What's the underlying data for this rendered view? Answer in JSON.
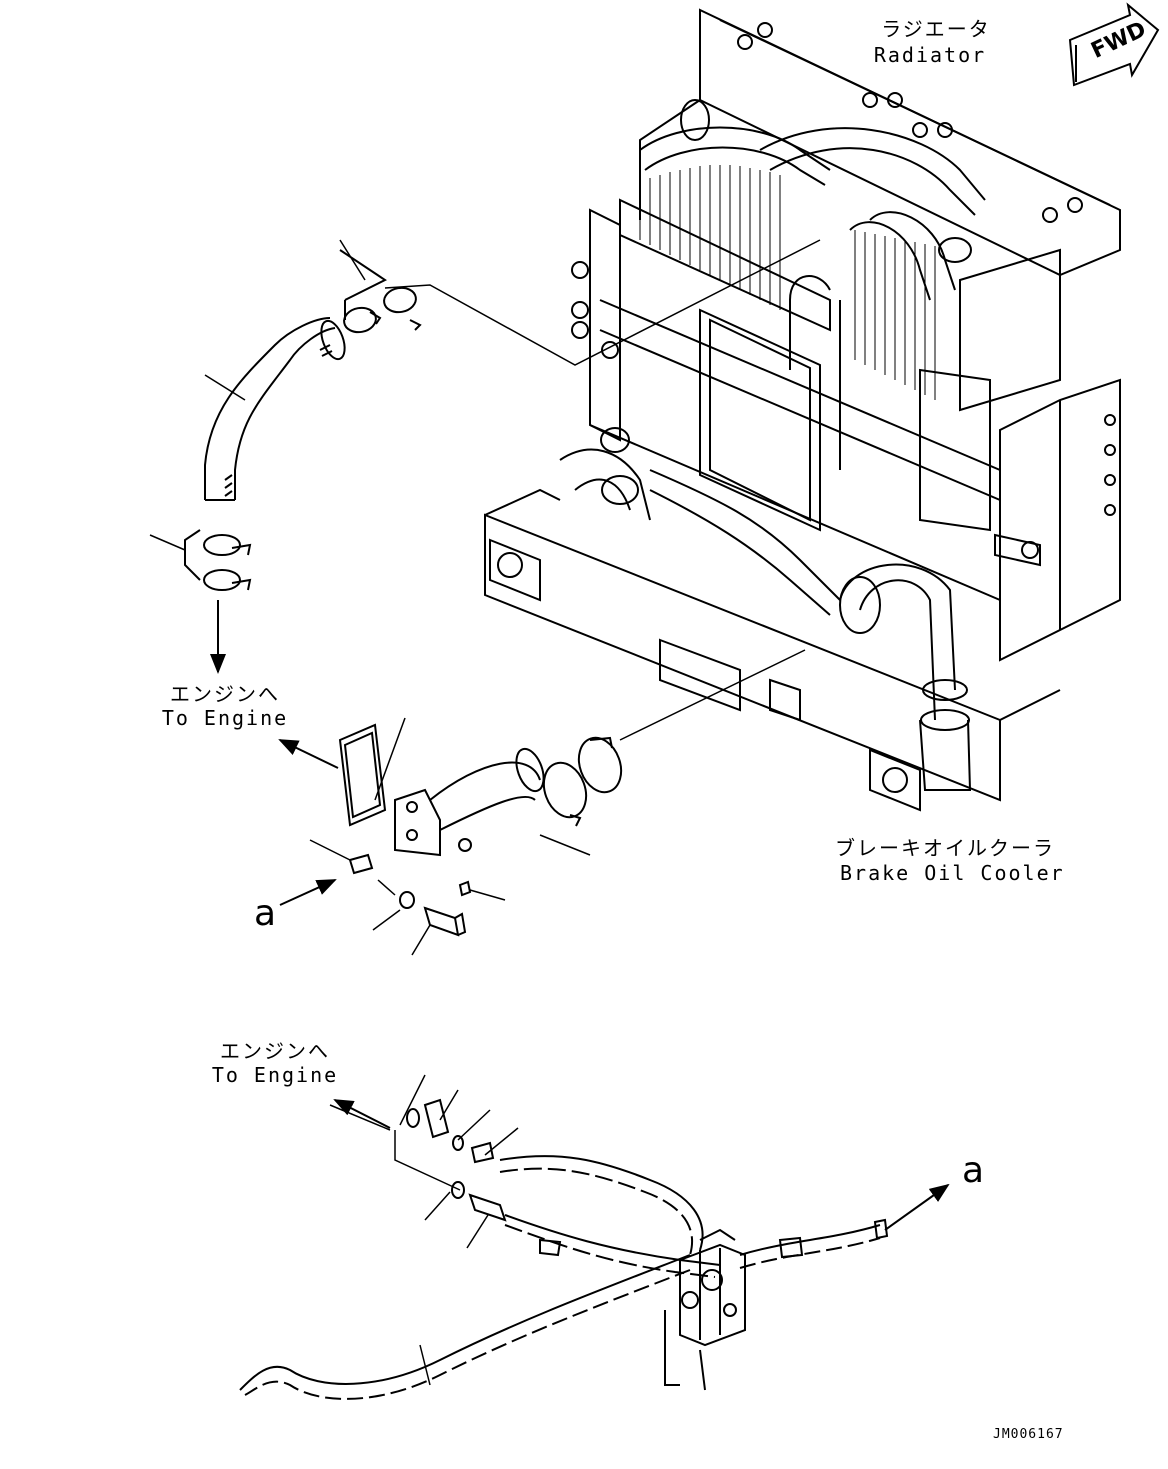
{
  "labels": {
    "radiator_jp": "ラジエータ",
    "radiator_en": "Radiator",
    "to_engine_1_jp": "エンジンへ",
    "to_engine_1_en": "To Engine",
    "to_engine_2_jp": "エンジンへ",
    "to_engine_2_en": "To Engine",
    "brake_cooler_jp": "ブレーキオイルクーラ",
    "brake_cooler_en": "Brake Oil Cooler",
    "fwd": "FWD",
    "ref_a_1": "a",
    "ref_a_2": "a",
    "drawing_code": "JM006167"
  },
  "colors": {
    "ink": "#000000",
    "paper": "#ffffff"
  }
}
